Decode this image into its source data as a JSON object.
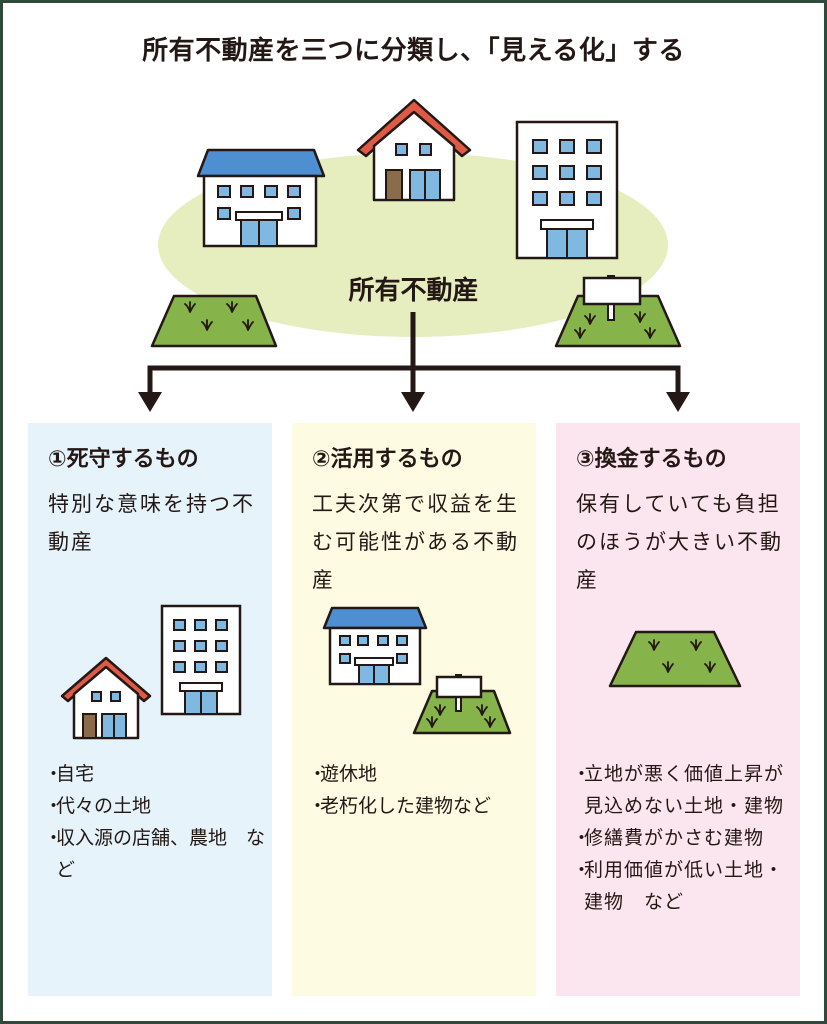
{
  "title": "所有不動産を三つに分類し、「見える化」する",
  "hub": {
    "label": "所有不動産"
  },
  "colors": {
    "frame": "#2f4a3a",
    "col1_bg": "#e6f3fb",
    "col2_bg": "#fefbe3",
    "col3_bg": "#fbe5ee",
    "ellipse": "#e6eec0",
    "roof_blue": "#4d8fd1",
    "roof_red": "#de5a45",
    "window": "#7fb8e0",
    "grass": "#86b34a",
    "outline": "#231815"
  },
  "categories": [
    {
      "heading": "①死守するもの",
      "description": "特別な意味を持つ不動産",
      "items": [
        "自宅",
        "代々の土地",
        "収入源の店舗、農地　など"
      ],
      "icons": [
        "house-icon",
        "office-building-icon"
      ]
    },
    {
      "heading": "②活用するもの",
      "description": "工夫次第で収益を生む可能性がある不動産",
      "items": [
        "遊休地",
        "老朽化した建物など"
      ],
      "icons": [
        "apartment-icon",
        "vacant-lot-sign-icon"
      ]
    },
    {
      "heading": "③換金するもの",
      "description": "保有していても負担のほうが大きい不動産",
      "items": [
        "立地が悪く価値上昇が見込めない土地・建物",
        "修繕費がかさむ建物",
        "利用価値が低い土地・建物　など"
      ],
      "icons": [
        "land-plot-icon"
      ]
    }
  ]
}
